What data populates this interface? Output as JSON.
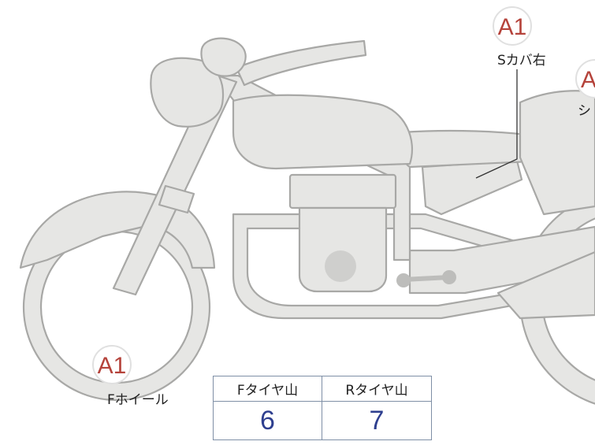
{
  "colors": {
    "body_fill": "#e6e6e4",
    "body_stroke": "#a8a8a6",
    "badge_text": "#b5433b",
    "table_border": "#7f8fa6",
    "value_text": "#2e3f8f"
  },
  "callouts": [
    {
      "code": "A1",
      "label": "Sカバ右"
    },
    {
      "code": "A",
      "label": "シ"
    },
    {
      "code": "A1",
      "label": "Fホイール"
    }
  ],
  "tire_table": {
    "headers": [
      "Fタイヤ山",
      "Rタイヤ山"
    ],
    "values": [
      "6",
      "7"
    ]
  }
}
